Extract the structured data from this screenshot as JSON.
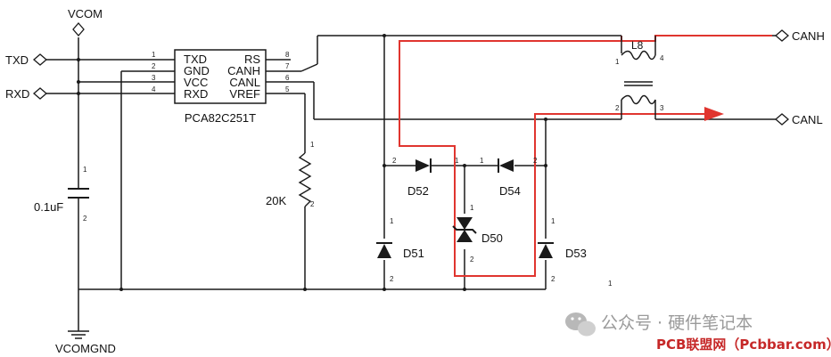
{
  "colors": {
    "wire": "#1a1a1a",
    "fault_path": "#e0352f",
    "watermark_text": "#9a9a9a",
    "website_text": "#c62828",
    "wechat_icon": "#b8b8b8"
  },
  "nets": {
    "vcom": "VCOM",
    "vcomgnd": "VCOMGND",
    "txd": "TXD",
    "rxd": "RXD",
    "canh": "CANH",
    "canl": "CANL"
  },
  "ic": {
    "name": "PCA82C251T",
    "left_pins": [
      "TXD",
      "GND",
      "VCC",
      "RXD"
    ],
    "right_pins": [
      "RS",
      "CANH",
      "CANL",
      "VREF"
    ],
    "left_pin_numbers": [
      "1",
      "2",
      "3",
      "4"
    ],
    "right_pin_numbers": [
      "8",
      "7",
      "6",
      "5"
    ]
  },
  "capacitor": {
    "value": "0.1uF",
    "pin1": "1",
    "pin2": "2"
  },
  "resistor": {
    "value": "20K",
    "pin1": "1",
    "pin2": "2"
  },
  "inductor": {
    "ref": "L8",
    "pins": [
      "1",
      "4",
      "2",
      "3"
    ]
  },
  "diodes": {
    "d52": {
      "ref": "D52",
      "pins": [
        "2",
        "1"
      ]
    },
    "d54": {
      "ref": "D54",
      "pins": [
        "1",
        "2"
      ]
    },
    "d51": {
      "ref": "D51",
      "pins": [
        "1",
        "2"
      ]
    },
    "d50": {
      "ref": "D50",
      "pins": [
        "1",
        "2"
      ]
    },
    "d53": {
      "ref": "D53",
      "pins": [
        "1",
        "2"
      ]
    }
  },
  "stray_marks": [
    "1"
  ],
  "watermark": {
    "text": "公众号 · 硬件笔记本",
    "site": "PCB联盟网（Pcbbar.com）"
  }
}
